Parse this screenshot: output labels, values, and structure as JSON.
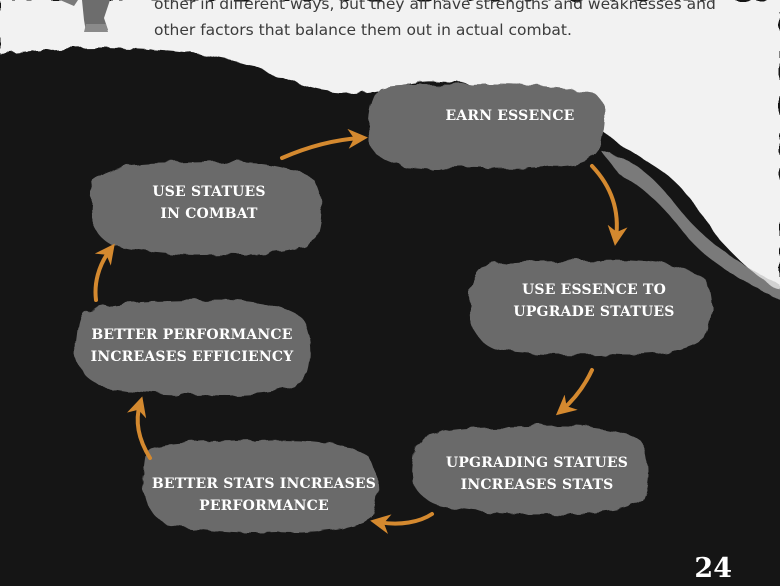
{
  "intro": {
    "line1": "other in different ways, but they all have strengths and weaknesses and",
    "line2": "other factors that balance them out in actual combat."
  },
  "cycle": {
    "nodes": [
      {
        "id": "earn-essence",
        "lines": [
          "EARN ESSENCE"
        ]
      },
      {
        "id": "use-essence",
        "lines": [
          "USE ESSENCE TO",
          "UPGRADE STATUES"
        ]
      },
      {
        "id": "upgrading-statues",
        "lines": [
          "UPGRADING STATUES",
          "INCREASES STATS"
        ]
      },
      {
        "id": "better-stats",
        "lines": [
          "BETTER STATS INCREASES",
          "PERFORMANCE"
        ]
      },
      {
        "id": "better-performance",
        "lines": [
          "BETTER PERFORMANCE",
          "INCREASES EFFICIENCY"
        ]
      },
      {
        "id": "use-statues",
        "lines": [
          "USE STATUES",
          "IN COMBAT"
        ]
      }
    ]
  },
  "page_number": "24",
  "colors": {
    "background": "#151515",
    "paper": "#f2f2f2",
    "cloud": "#6b6b6b",
    "arrow": "#d4892f",
    "text": "#ffffff"
  }
}
